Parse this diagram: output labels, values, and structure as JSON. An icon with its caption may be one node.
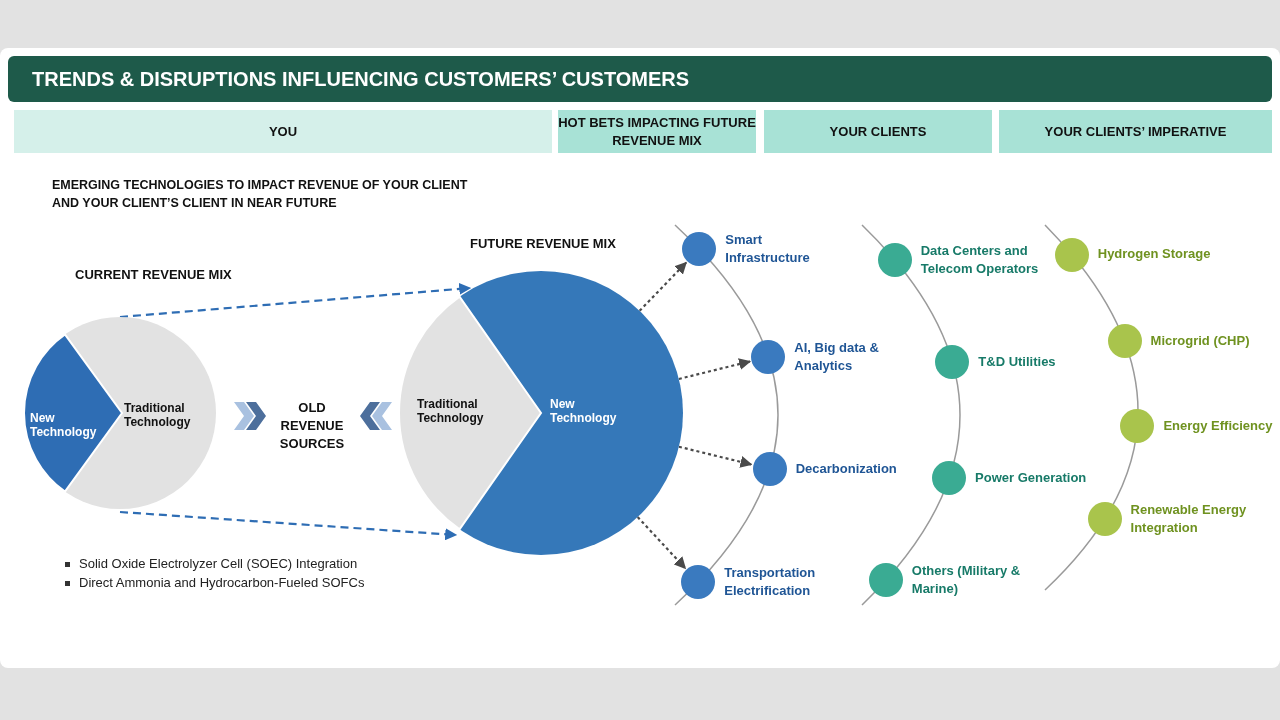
{
  "diagram": {
    "title": "TRENDS & DISRUPTIONS INFLUENCING CUSTOMERS’ CUSTOMERS",
    "nodes": [
      {
        "text": [
          "YOU"
        ]
      },
      {
        "text": [
          "HOT BETS IMPACTING FUTURE REVENUE MIX"
        ]
      },
      {
        "text": [
          "YOUR CLIENTS"
        ]
      },
      {
        "text": [
          "YOUR CLIENTS’ IMPERATIVE"
        ]
      },
      {
        "text": [
          "New Technology",
          "Traditional Technology"
        ],
        "beside": [
          "CURRENT REVENUE MIX"
        ]
      },
      {
        "text": [
          "Traditional Technology",
          "New Technology"
        ],
        "beside": [
          "FUTURE REVENUE MIX"
        ]
      },
      {
        "text": [
          "Smart Infrastructure"
        ]
      },
      {
        "text": [
          "AI, Big data & Analytics"
        ]
      },
      {
        "text": [
          "Decarbonization"
        ]
      },
      {
        "text": [
          "Transportation Electrification"
        ]
      },
      {
        "text": [
          "Data Centers and Telecom Operators"
        ]
      },
      {
        "text": [
          "T&D Utilities"
        ]
      },
      {
        "text": [
          "Power Generation"
        ]
      },
      {
        "text": [
          "Others (Military & Marine)"
        ]
      },
      {
        "text": [
          "Hydrogen Storage"
        ]
      },
      {
        "text": [
          "Microgrid (CHP)"
        ]
      },
      {
        "text": [
          "Energy Efficiency"
        ]
      },
      {
        "text": [
          "Renewable Energy Integration"
        ]
      }
    ],
    "edges": [
      {
        "from": 4,
        "to": 5,
        "arrow": "to",
        "style": "dashed",
        "color": "#2e6db4"
      },
      {
        "from": 4,
        "to": 5,
        "arrow": "to",
        "style": "dashed",
        "color": "#2e6db4"
      },
      {
        "from": 5,
        "to": 6,
        "arrow": "to",
        "style": "dashed"
      },
      {
        "from": 5,
        "to": 7,
        "arrow": "to",
        "style": "dashed"
      },
      {
        "from": 5,
        "to": 8,
        "arrow": "to",
        "style": "dashed"
      },
      {
        "from": 5,
        "to": 9,
        "arrow": "to",
        "style": "dashed"
      }
    ],
    "labels": [
      "EMERGING TECHNOLOGIES TO IMPACT REVENUE OF YOUR CLIENT AND YOUR CLIENT’S CLIENT IN NEAR FUTURE",
      "OLD REVENUE SOURCES",
      "Solid Oxide Electrolyzer Cell (SOEC) Integration",
      "Direct Ammonia and Hydrocarbon-Fueled SOFCs"
    ]
  }
}
